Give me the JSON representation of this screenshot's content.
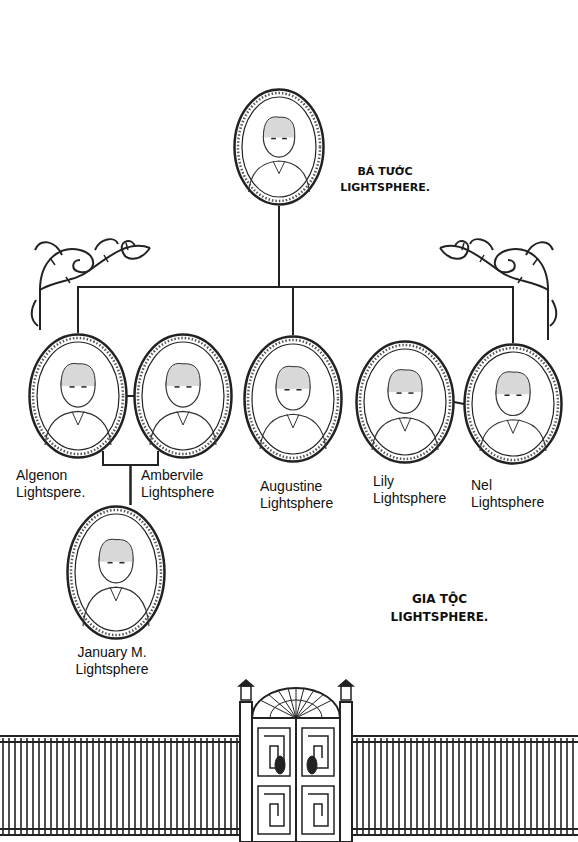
{
  "diagram": {
    "nodes": [
      {
        "text": [
          "BÁ TƯỚC LIGHTSPHERE."
        ]
      },
      {
        "text": [
          "Algenon Lightspere."
        ]
      },
      {
        "text": [
          "Ambervile Lightsphere"
        ]
      },
      {
        "text": [
          "Augustine Lightsphere"
        ]
      },
      {
        "text": [
          "Lily Lightsphere"
        ]
      },
      {
        "text": [
          "Nel Lightsphere"
        ]
      },
      {
        "text": [
          "January M. Lightsphere"
        ]
      }
    ],
    "edges": [
      {
        "from": 0,
        "to": 1,
        "arrow": "none"
      },
      {
        "from": 0,
        "to": 3,
        "arrow": "none"
      },
      {
        "from": 0,
        "to": 5,
        "arrow": "none"
      },
      {
        "from": 1,
        "to": 2,
        "arrow": "none"
      },
      {
        "from": 1,
        "to": 6,
        "arrow": "none"
      },
      {
        "from": 2,
        "to": 6,
        "arrow": "none"
      },
      {
        "from": 4,
        "to": 5,
        "arrow": "none"
      }
    ],
    "labels": [
      "GIA TỘC LIGHTSPHERE."
    ]
  }
}
